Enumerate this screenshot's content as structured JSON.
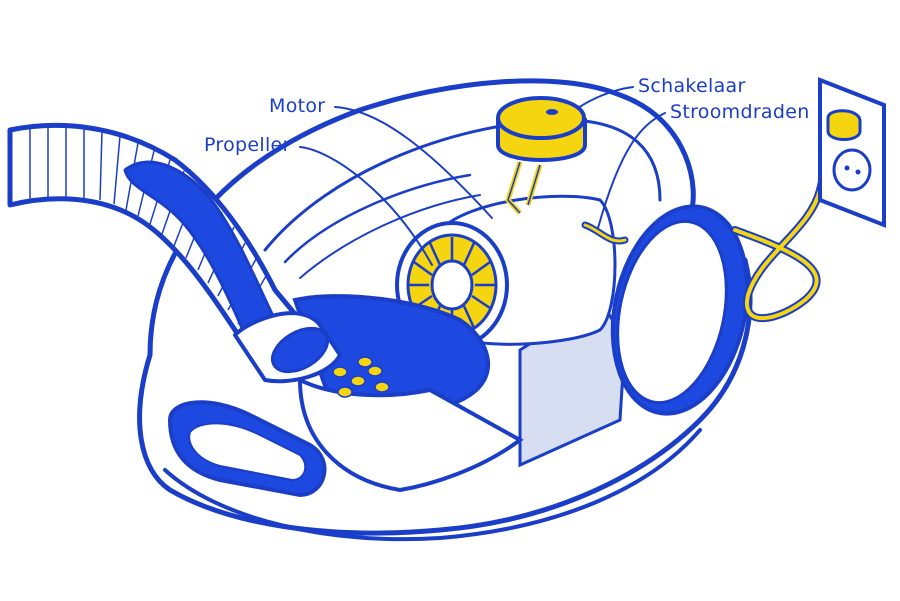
{
  "labels": {
    "motor": "Motor",
    "propeller": "Propeller",
    "schakelaar": "Schakelaar",
    "stroomdraden": "Stroomdraden"
  },
  "colors": {
    "line": "#1a3ec8",
    "fill_blue": "#1d49e0",
    "accent_yellow": "#f5d410",
    "panel_light": "#d7def2",
    "background": "#ffffff"
  }
}
